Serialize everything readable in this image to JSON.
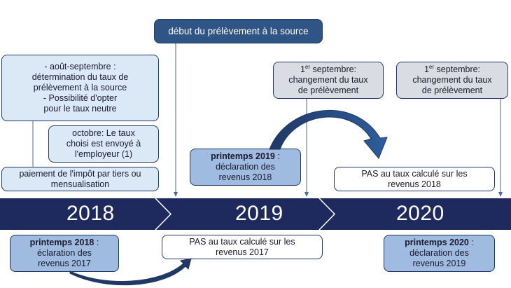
{
  "years": [
    "2018",
    "2019",
    "2020"
  ],
  "top_banner": "début du prélèvement à la source",
  "left_group": {
    "main_lines": [
      "- août-septembre :",
      "détermination du taux de",
      "prélèvement à la source",
      "- Possibilité d'opter",
      "pour le taux neutre"
    ],
    "october_lines": [
      "octobre: Le taux",
      "choisi est envoyé à",
      "l'employeur (1)"
    ],
    "payment_lines": [
      "paiement de l'impôt par tiers ou",
      "mensualisation"
    ]
  },
  "sept_2019": {
    "prefix": "1",
    "sup": "er",
    "rest": " septembre:",
    "lines": [
      "changement du taux",
      "de prélèvement"
    ]
  },
  "sept_2020": {
    "prefix": "1",
    "sup": "er",
    "rest": " septembre:",
    "lines": [
      "changement du taux",
      "de prélèvement"
    ]
  },
  "spring_2019": {
    "bold": "printemps 2019",
    "suffix": " :",
    "lines": [
      "déclaration des",
      "revenus 2018"
    ]
  },
  "pas_2018": {
    "lines": [
      "PAS au taux calculé sur les",
      "revenus 2018"
    ]
  },
  "spring_2018": {
    "bold": "printemps 2018",
    "suffix": " :",
    "lines": [
      "éclaration des",
      "revenus 2017"
    ]
  },
  "pas_2017": {
    "lines": [
      "PAS au taux calculé sur les",
      "revenus 2017"
    ]
  },
  "spring_2020": {
    "bold": "printemps 2020",
    "suffix": " :",
    "lines": [
      "déclaration des",
      "revenus 2019"
    ]
  },
  "colors": {
    "band": "#1e2a5e",
    "chevron": "#ffffff",
    "light_box": "#dbe8f6",
    "gray_box": "#d9dde3",
    "mid_box": "#9fbbe0",
    "dark_box": "#2f5486",
    "arrow": "#1f3864"
  }
}
